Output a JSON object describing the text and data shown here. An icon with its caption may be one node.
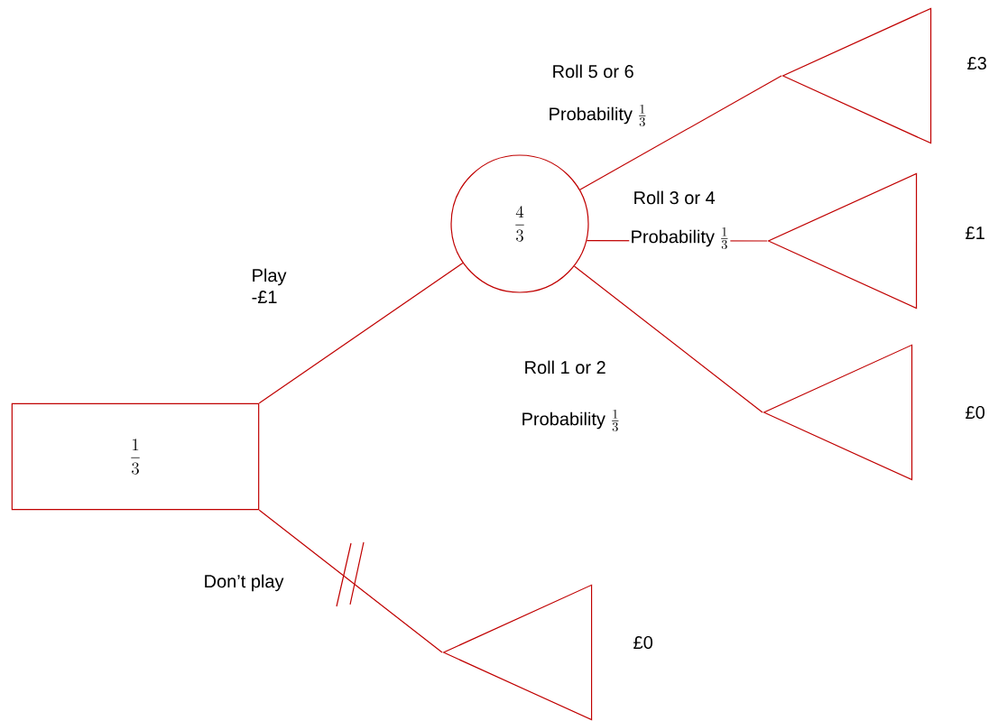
{
  "diagram": {
    "nodes": [
      {
        "text": [
          "\\frac{1}{3}"
        ]
      },
      {
        "text": [
          "\\frac{4}{3}"
        ]
      },
      {
        "text": [],
        "shape": "triangle",
        "beside": [
          "£3"
        ]
      },
      {
        "text": [],
        "shape": "triangle",
        "beside": [
          "£1"
        ]
      },
      {
        "text": [],
        "shape": "triangle",
        "beside": [
          "£0"
        ]
      },
      {
        "text": [],
        "shape": "triangle",
        "beside": [
          "£0"
        ]
      }
    ],
    "edges": [
      {
        "from": 0,
        "to": 1,
        "arrow": "none",
        "label": "Play -£1"
      },
      {
        "from": 1,
        "to": 2,
        "arrow": "none",
        "label": "Roll 5 or 6"
      },
      {
        "from": 1,
        "to": 3,
        "arrow": "none",
        "label": "Roll 3 or 4"
      },
      {
        "from": 1,
        "to": 4,
        "arrow": "none",
        "label": "Roll 1 or 2"
      },
      {
        "from": 0,
        "to": 5,
        "arrow": "none",
        "label": "Don’t play"
      }
    ],
    "labels": [
      "\\text{Probability}\\ \\frac{1}{3}",
      "\\text{Probability}\\ \\frac{1}{3}",
      "\\text{Probability}\\ \\frac{1}{3}"
    ]
  }
}
